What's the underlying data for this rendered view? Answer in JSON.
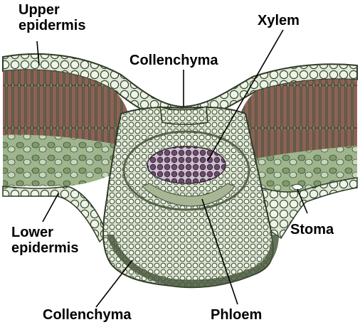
{
  "labels": {
    "upper_epidermis": [
      "Upper",
      "epidermis"
    ],
    "xylem": "Xylem",
    "collenchyma_top": "Collenchyma",
    "stoma": "Stoma",
    "lower_epidermis": [
      "Lower",
      "epidermis"
    ],
    "collenchyma_bottom": "Collenchyma",
    "phloem": "Phloem"
  },
  "colors": {
    "tissue_green": "#8aa77a",
    "palisade_red": "#7d4a43",
    "cell_wall": "#2f3a28",
    "cell_fill": "#e7efe0",
    "xylem_purple": "#6b4a6a",
    "leader_line": "#000000"
  }
}
